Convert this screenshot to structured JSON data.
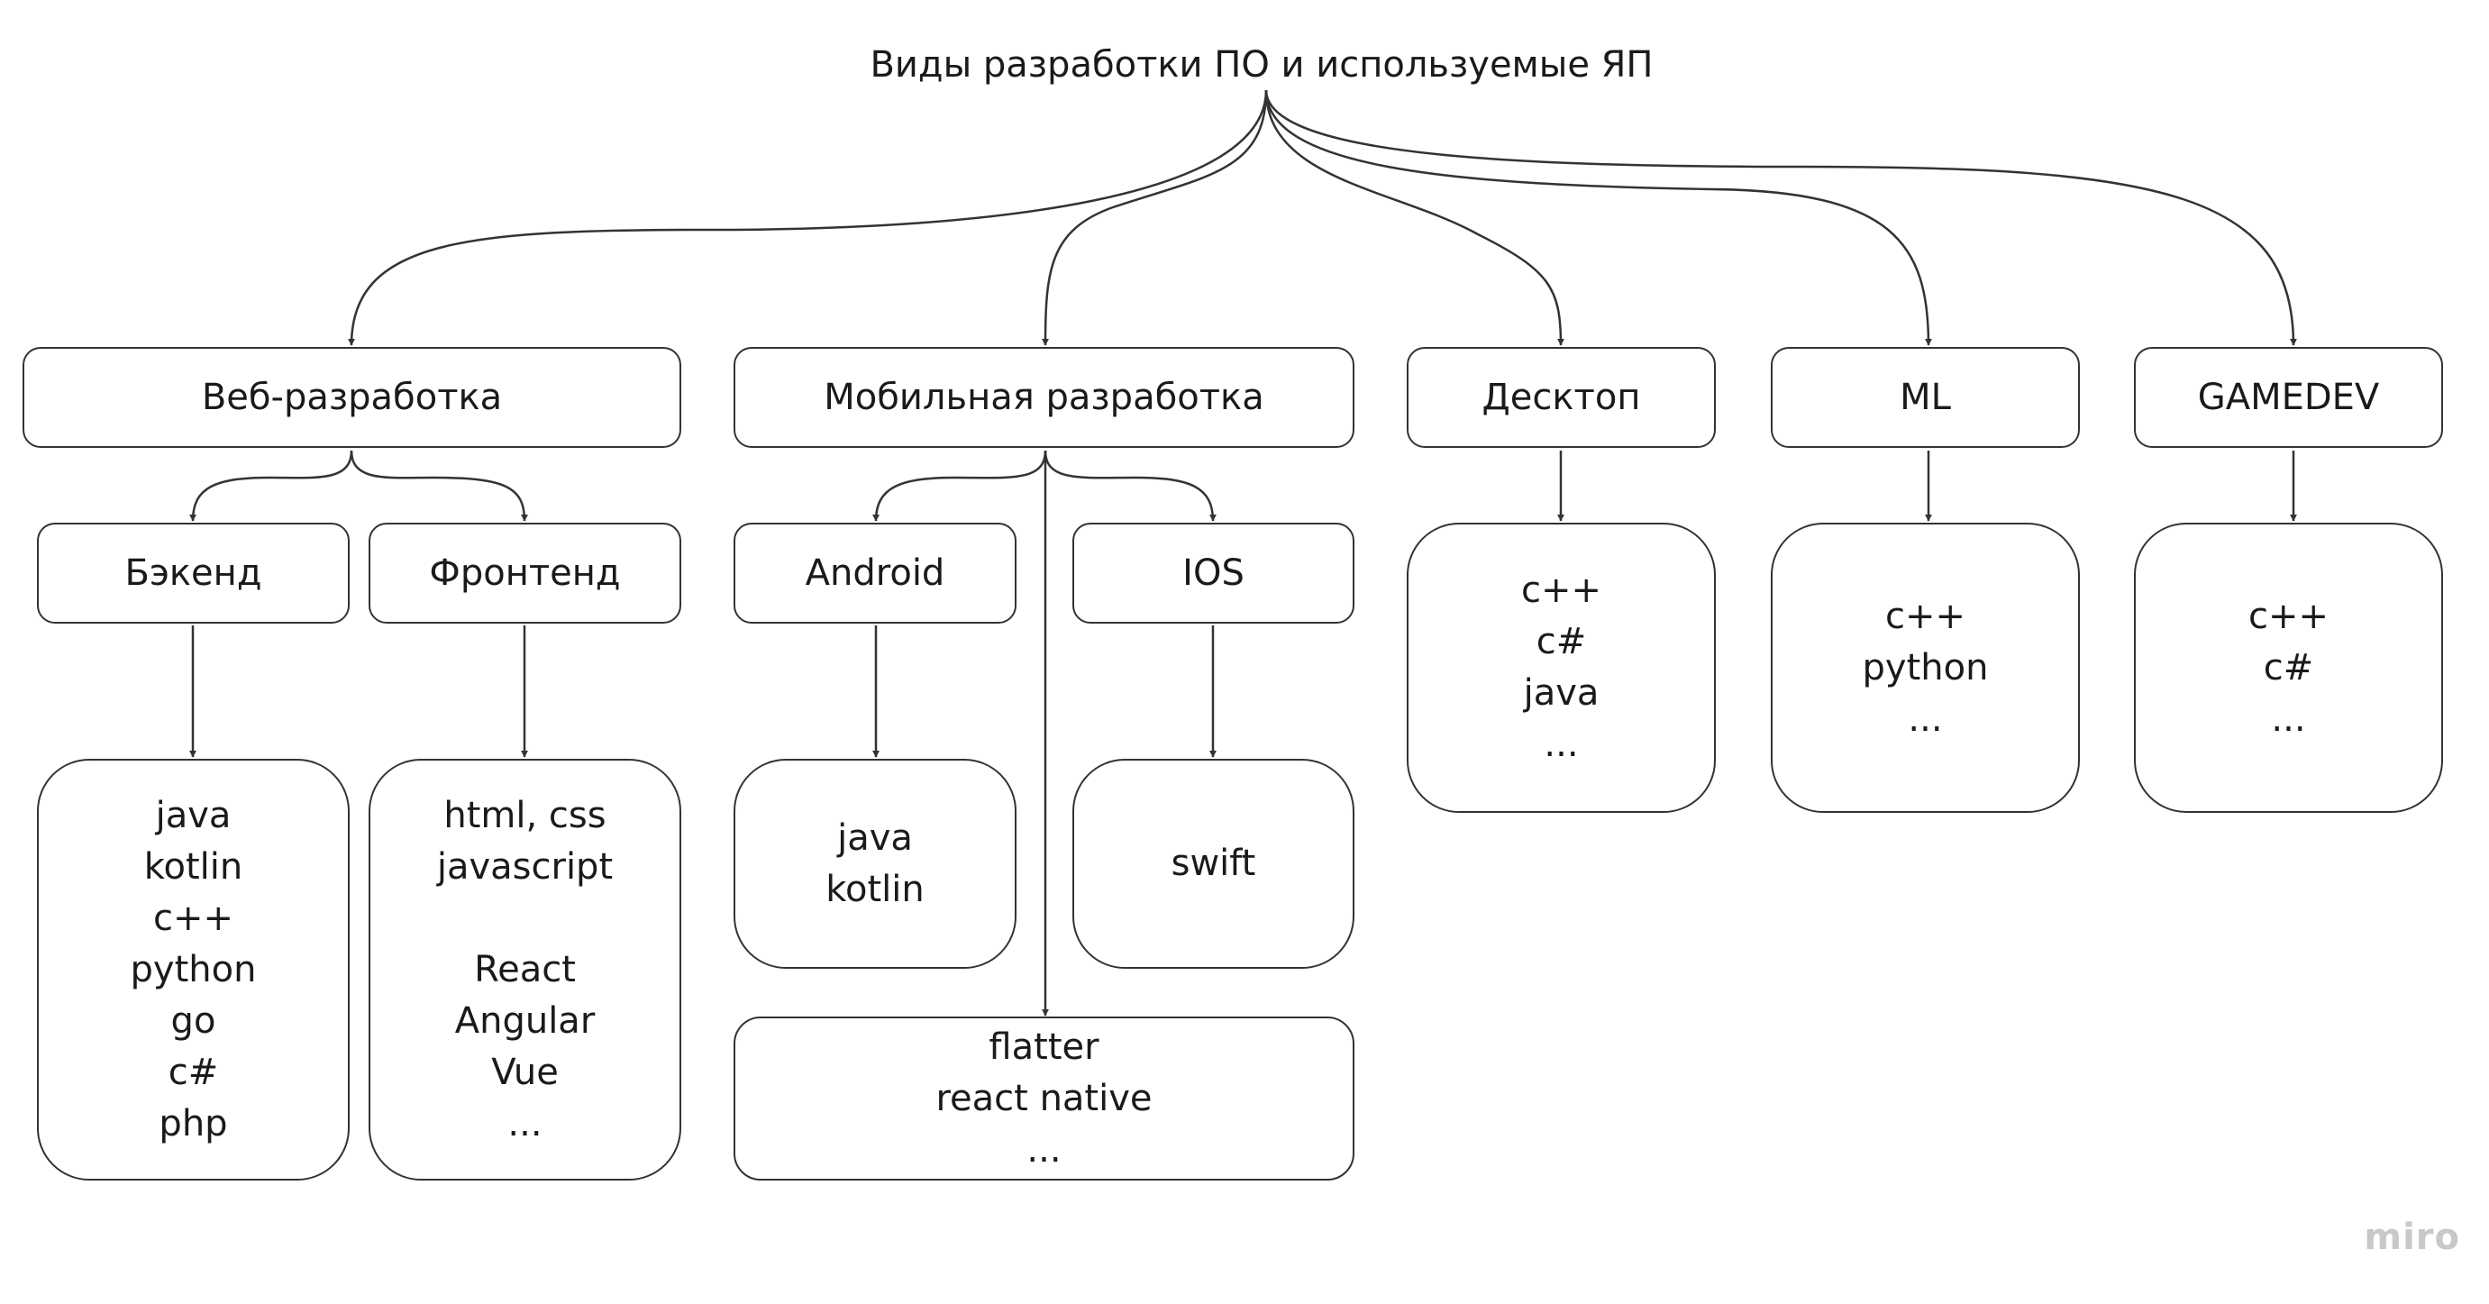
{
  "title": "Виды разработки ПО и используемые ЯП",
  "categories": {
    "web": "Веб-разработка",
    "mobile": "Мобильная разработка",
    "desktop": "Десктоп",
    "ml": "ML",
    "gamedev": "GAMEDEV"
  },
  "subcategories": {
    "backend": "Бэкенд",
    "frontend": "Фронтенд",
    "android": "Android",
    "ios": "IOS"
  },
  "languages": {
    "backend": [
      "java",
      "kotlin",
      "c++",
      "python",
      "go",
      "c#",
      "php"
    ],
    "frontend": [
      "html, css",
      "javascript",
      "",
      "React",
      "Angular",
      "Vue",
      "..."
    ],
    "android": [
      "java",
      "kotlin"
    ],
    "ios": [
      "swift"
    ],
    "crossplatform": [
      "flatter",
      "react native",
      "..."
    ],
    "desktop": [
      "c++",
      "c#",
      "java",
      "..."
    ],
    "ml": [
      "c++",
      "python",
      "..."
    ],
    "gamedev": [
      "c++",
      "c#",
      "..."
    ]
  },
  "watermark": "miro"
}
